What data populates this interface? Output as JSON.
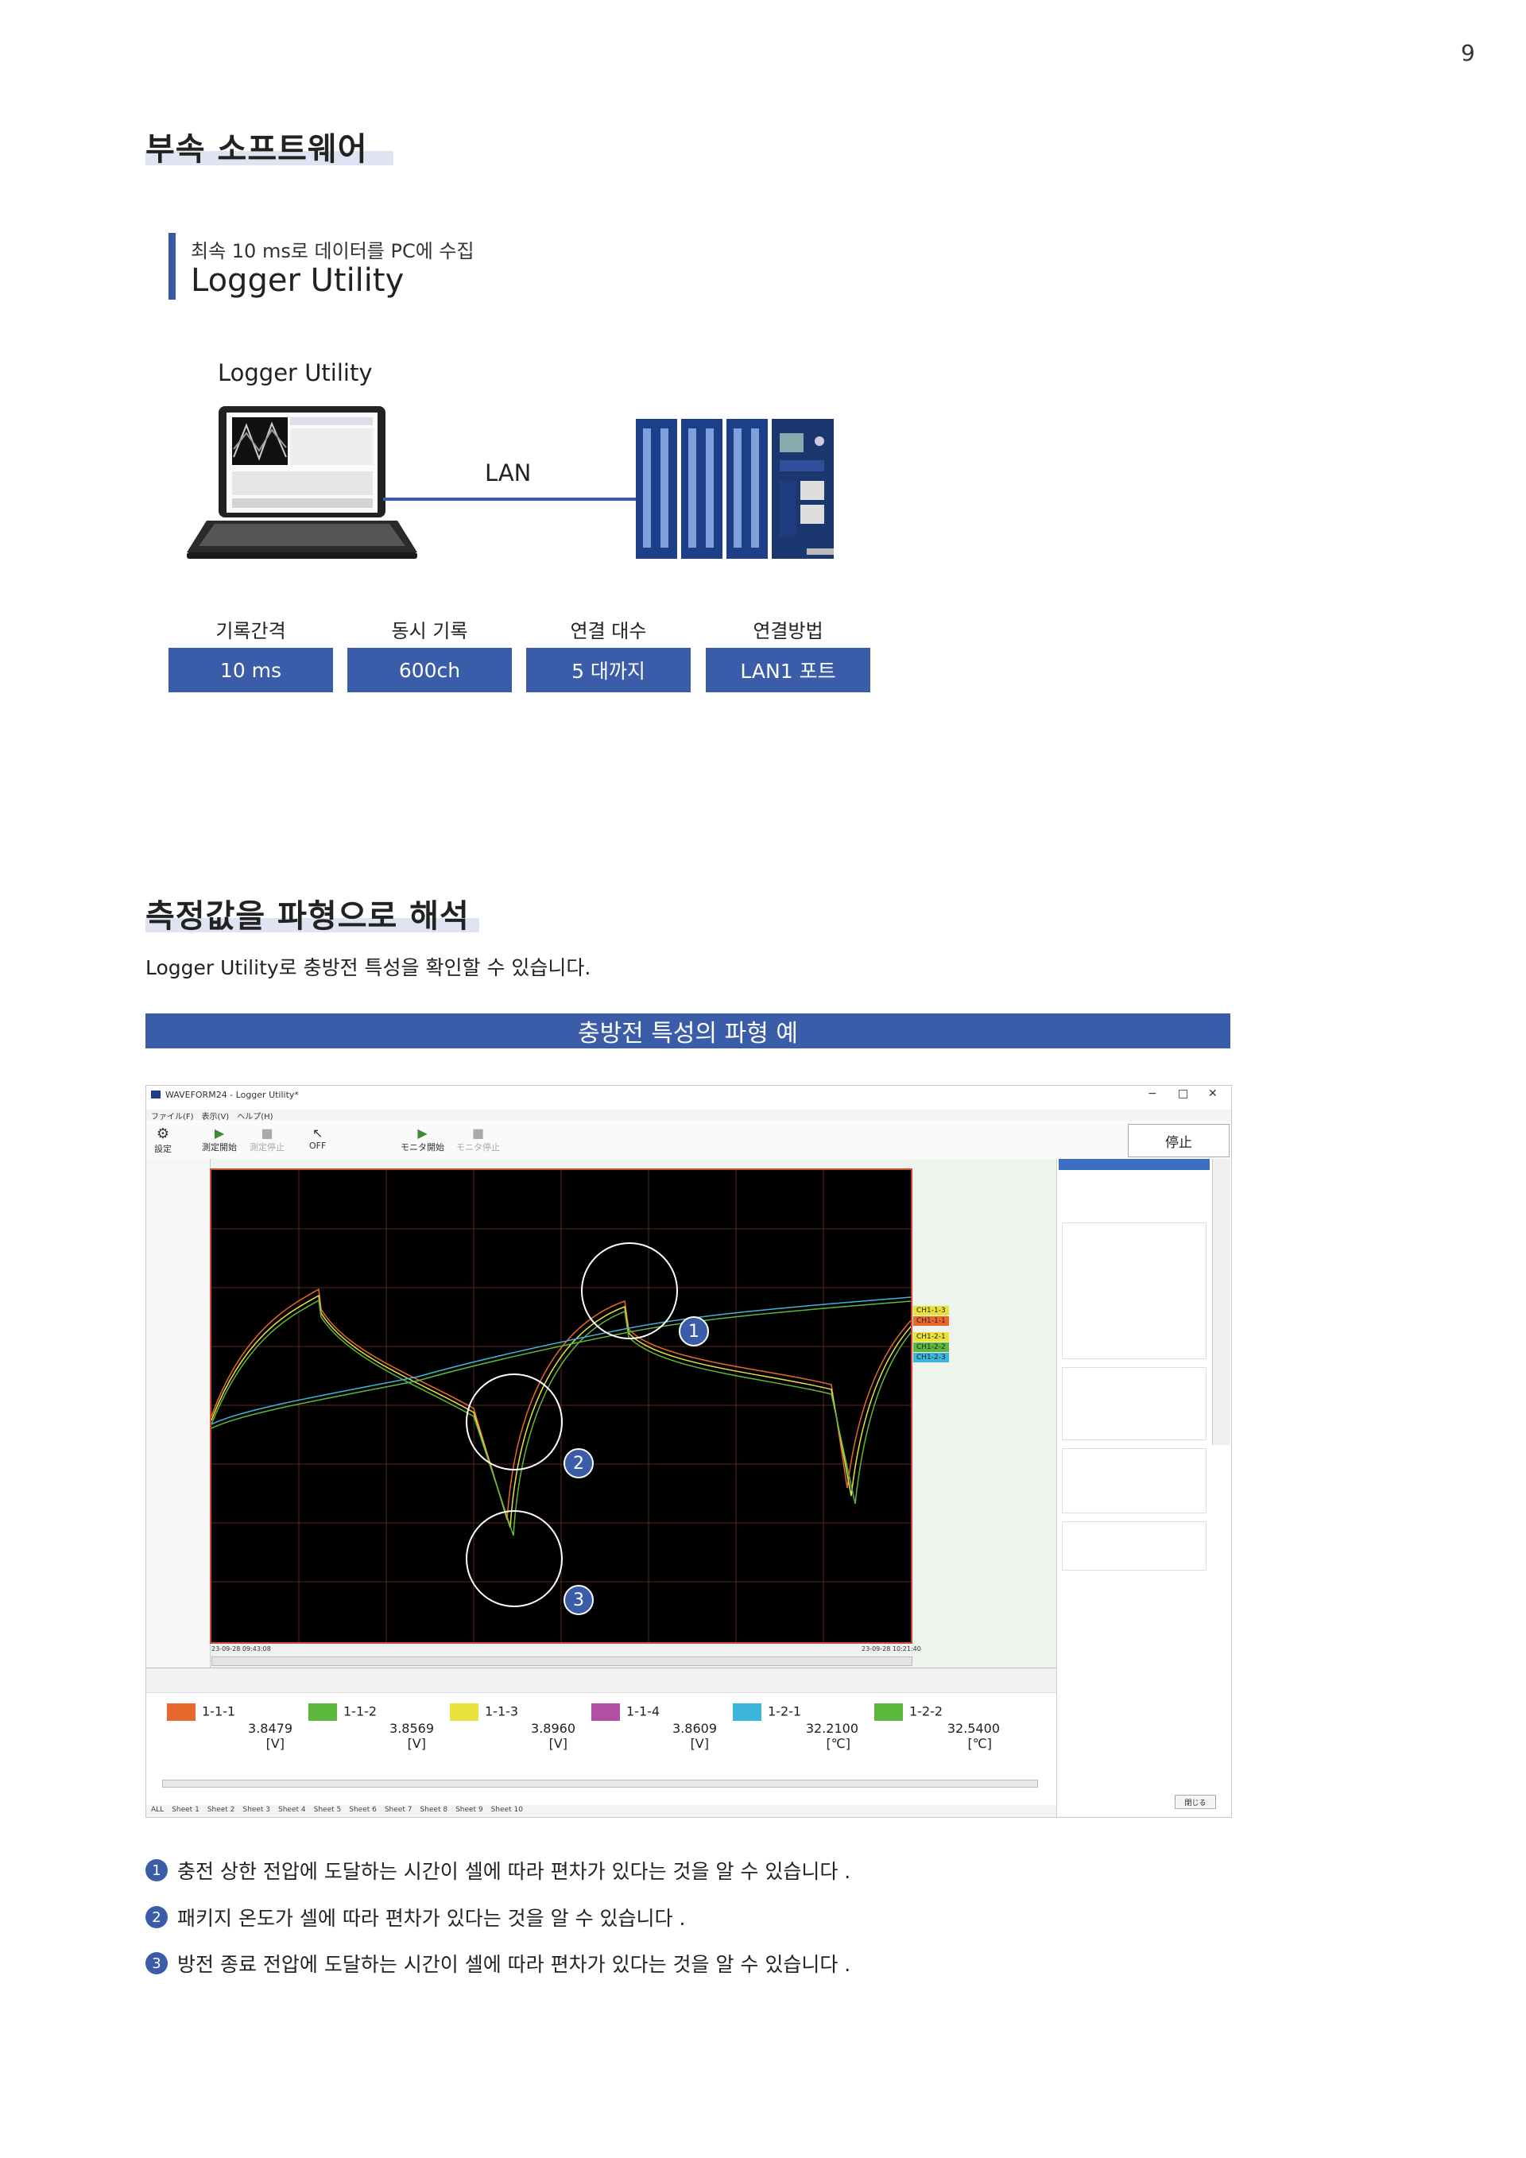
{
  "page_number": "9",
  "section1": {
    "title": "부속 소프트웨어",
    "subtitle_small": "최속 10 ms로 데이터를 PC에 수집",
    "subtitle_big": "Logger Utility",
    "diagram": {
      "pc_label": "Logger Utility",
      "link_label": "LAN"
    },
    "specs": [
      {
        "label": "기록간격",
        "value": "10 ms"
      },
      {
        "label": "동시 기록",
        "value": "600ch"
      },
      {
        "label": "연결 대수",
        "value": "5 대까지"
      },
      {
        "label": "연결방법",
        "value": "LAN1 포트"
      }
    ]
  },
  "section2": {
    "title": "측정값을 파형으로 해석",
    "intro": "Logger Utility로 충방전 특성을 확인할 수 있습니다.",
    "banner": "충방전 특성의 파형 예",
    "screenshot": {
      "window_title": "WAVEFORM24 - Logger Utility*",
      "menu": "ファイル(F)　表示(V)　ヘルプ(H)",
      "toolbar": [
        "設定",
        "測定開始",
        "測定停止",
        "",
        "OFF",
        "",
        "モニタ開始",
        "モニタ停止"
      ],
      "stop_button": "停止",
      "minimize": "−",
      "maximize": "□",
      "close": "✕",
      "callouts": [
        "1",
        "2",
        "3"
      ],
      "trace_tags": [
        "CH1-1-3",
        "CH1-1-1",
        "CH1-2-1",
        "CH1-2-2",
        "CH1-2-3"
      ],
      "start_time": "23-09-28 09:43:08",
      "end_time": "23-09-28 10:21:40",
      "channels": [
        {
          "name": "1-1-1",
          "value": "3.8479",
          "unit": "[V]",
          "color": "#e8672a"
        },
        {
          "name": "1-1-2",
          "value": "3.8569",
          "unit": "[V]",
          "color": "#5cb83c"
        },
        {
          "name": "1-1-3",
          "value": "3.8960",
          "unit": "[V]",
          "color": "#e8e23a"
        },
        {
          "name": "1-1-4",
          "value": "3.8609",
          "unit": "[V]",
          "color": "#b04fa3"
        },
        {
          "name": "1-2-1",
          "value": "32.2100",
          "unit": "[℃]",
          "color": "#3cb5dc"
        },
        {
          "name": "1-2-2",
          "value": "32.5400",
          "unit": "[℃]",
          "color": "#5cb83c"
        }
      ],
      "sheet_tabs": [
        "ALL",
        "Sheet 1",
        "Sheet 2",
        "Sheet 3",
        "Sheet 4",
        "Sheet 5",
        "Sheet 6",
        "Sheet 7",
        "Sheet 8",
        "Sheet 9",
        "Sheet 10"
      ],
      "close_panel_button": "閉じる"
    }
  },
  "notes": [
    {
      "num": "1",
      "text": "충전 상한 전압에 도달하는 시간이 셀에 따라 편차가 있다는 것을 알 수 있습니다 ."
    },
    {
      "num": "2",
      "text": "패키지 온도가 셀에 따라 편차가 있다는 것을 알 수 있습니다 ."
    },
    {
      "num": "3",
      "text": "방전 종료 전압에 도달하는 시간이 셀에 따라 편차가 있다는 것을 알 수 있습니다 ."
    }
  ]
}
